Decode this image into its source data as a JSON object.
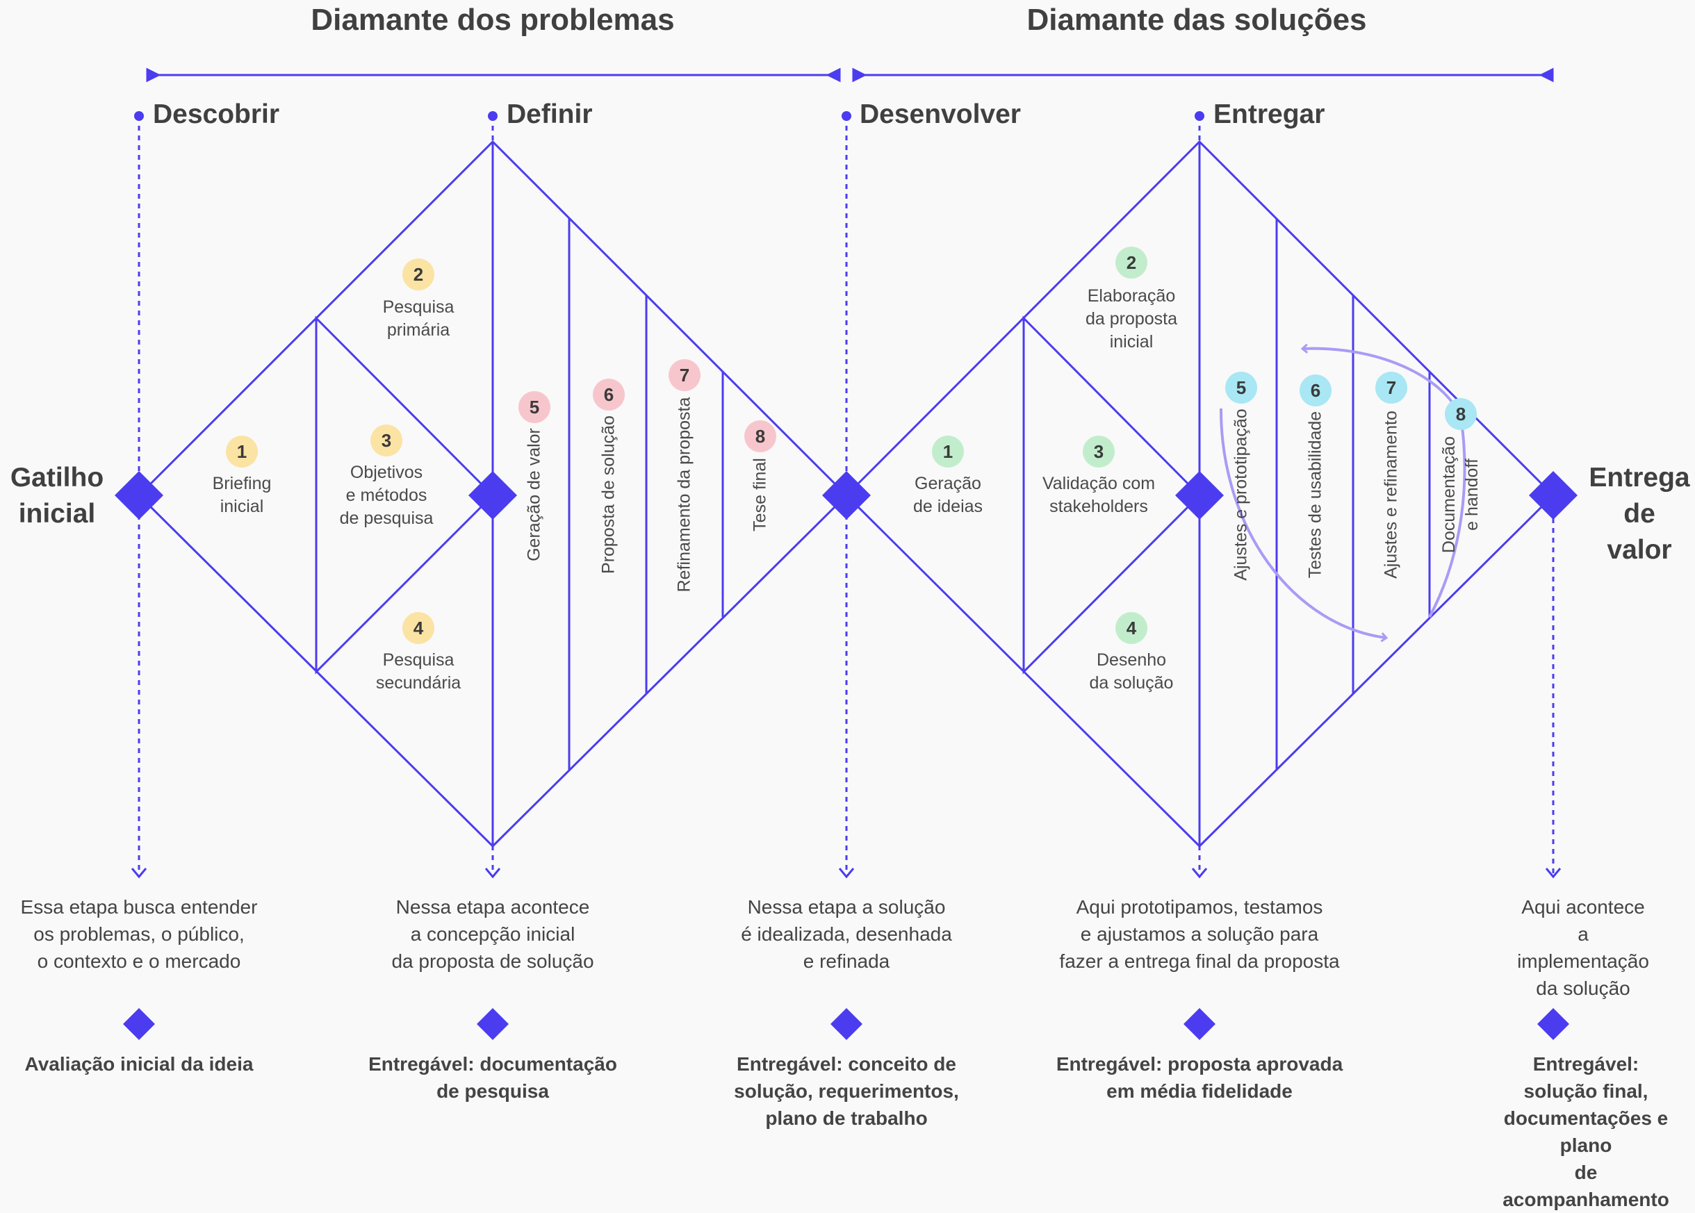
{
  "colors": {
    "line": "#4b3cf0",
    "loop": "#a99bf5",
    "yellow_badge": "#fbe3a4",
    "pink_badge": "#f7c6cc",
    "green_badge": "#c2edcc",
    "cyan_badge": "#a8e7f3"
  },
  "sections": {
    "problems": "Diamante dos problemas",
    "solutions": "Diamante das soluções"
  },
  "phases": {
    "discover": "Descobrir",
    "define": "Definir",
    "develop": "Desenvolver",
    "deliver": "Entregar"
  },
  "endpoints": {
    "start": "Gatilho\ninicial",
    "end": "Entrega\nde valor"
  },
  "problem_steps": {
    "s1": {
      "num": "1",
      "label": "Briefing\ninicial"
    },
    "s2": {
      "num": "2",
      "label": "Pesquisa\nprimária"
    },
    "s3": {
      "num": "3",
      "label": "Objetivos\ne métodos\nde pesquisa"
    },
    "s4": {
      "num": "4",
      "label": "Pesquisa\nsecundária"
    },
    "s5": {
      "num": "5",
      "label": "Geração de valor"
    },
    "s6": {
      "num": "6",
      "label": "Proposta de solução"
    },
    "s7": {
      "num": "7",
      "label": "Refinamento da proposta"
    },
    "s8": {
      "num": "8",
      "label": "Tese final"
    }
  },
  "solution_steps": {
    "s1": {
      "num": "1",
      "label": "Geração\nde ideias"
    },
    "s2": {
      "num": "2",
      "label": "Elaboração\nda proposta\ninicial"
    },
    "s3": {
      "num": "3",
      "label": "Validação com\nstakeholders"
    },
    "s4": {
      "num": "4",
      "label": "Desenho\nda solução"
    },
    "s5": {
      "num": "5",
      "label": "Ajustes e prototipação"
    },
    "s6": {
      "num": "6",
      "label": "Testes de usabilidade"
    },
    "s7": {
      "num": "7",
      "label": "Ajustes e refinamento"
    },
    "s8": {
      "num": "8",
      "label": "Documentação\ne handoff"
    }
  },
  "descriptions": {
    "d1": "Essa etapa busca entender\nos problemas, o público,\no contexto e o mercado",
    "d2": "Nessa etapa acontece\na concepção inicial\nda proposta de solução",
    "d3": "Nessa etapa a solução\né idealizada, desenhada\ne refinada",
    "d4": "Aqui prototipamos, testamos\ne ajustamos a solução para\nfazer a entrega final da proposta",
    "d5": "Aqui acontece a implementação\nda solução"
  },
  "deliverables": {
    "e1": "Avaliação inicial da ideia",
    "e2": "Entregável: documentação\nde pesquisa",
    "e3": "Entregável: conceito de\nsolução, requerimentos,\nplano de trabalho",
    "e4": "Entregável: proposta aprovada\nem média fidelidade",
    "e5": "Entregável: solução final,\ndocumentações e plano\nde acompanhamento"
  }
}
